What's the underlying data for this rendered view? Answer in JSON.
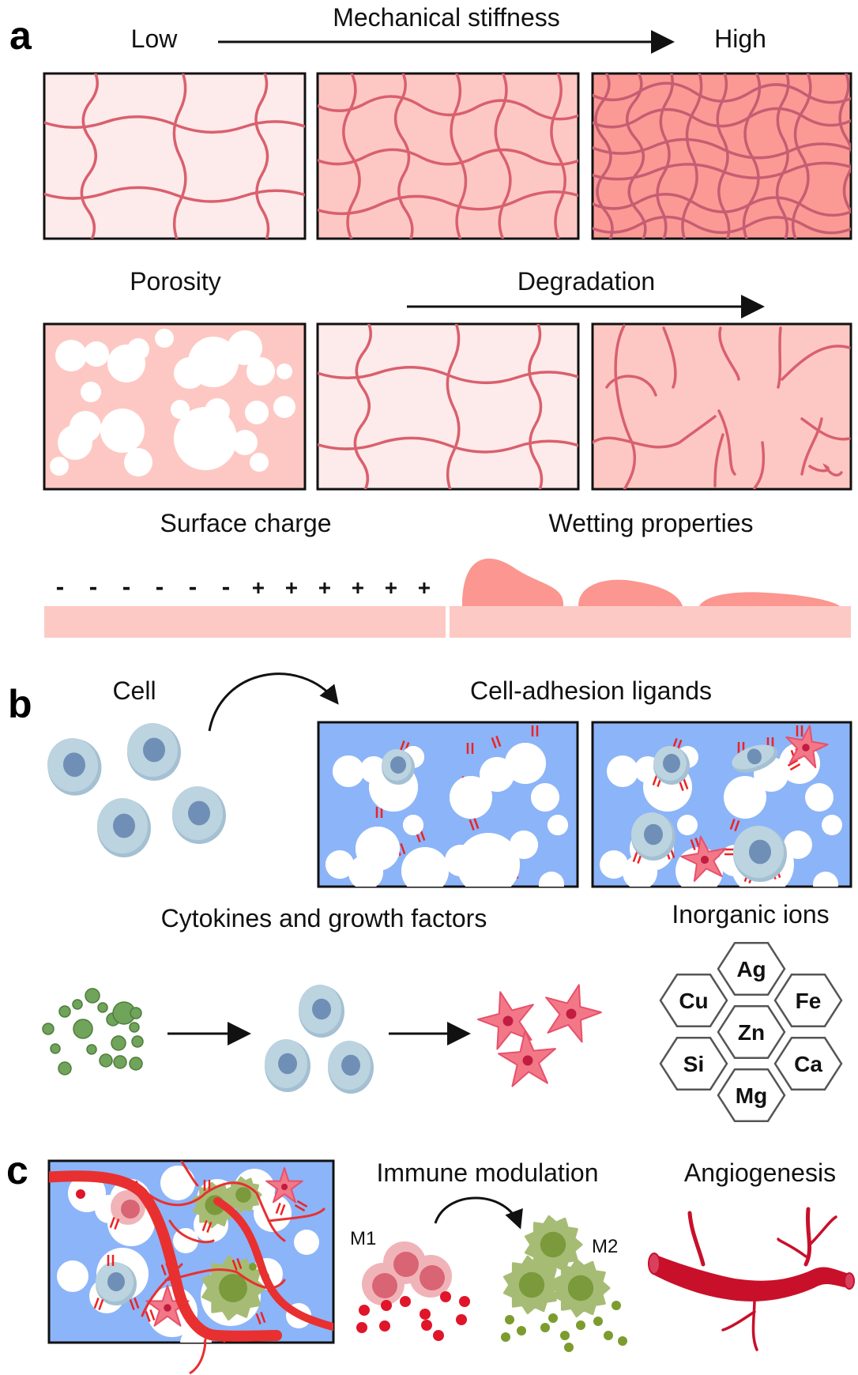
{
  "figure": {
    "panels": {
      "a": {
        "letter": "a",
        "stiffness": {
          "title": "Mechanical stiffness",
          "low": "Low",
          "high": "High"
        },
        "porosity": "Porosity",
        "degradation": "Degradation",
        "surface_charge": {
          "title": "Surface charge",
          "negative": [
            "-",
            "-",
            "-",
            "-",
            "-",
            "-"
          ],
          "positive": [
            "+",
            "+",
            "+",
            "+",
            "+",
            "+"
          ]
        },
        "wetting": "Wetting properties"
      },
      "b": {
        "letter": "b",
        "cell": "Cell",
        "ligands": "Cell-adhesion ligands",
        "cytokines": "Cytokines and growth factors",
        "ions": {
          "title": "Inorganic ions",
          "elements": [
            "Ag",
            "Cu",
            "Fe",
            "Zn",
            "Si",
            "Ca",
            "Mg"
          ]
        }
      },
      "c": {
        "letter": "c",
        "immune": "Immune modulation",
        "m1": "M1",
        "m2": "M2",
        "angiogenesis": "Angiogenesis"
      }
    },
    "colors": {
      "fiber": "#d9606e",
      "fiber_dark": "#c75d72",
      "gel_light": "#fdeaea",
      "gel_mid": "#fdc8c3",
      "gel_dark": "#fb9a94",
      "substrate": "#fdc9c4",
      "droplet": "#fb9690",
      "scaffold_blue": "#8cb4f8",
      "cell_outer": "#bcd3e0",
      "cell_rim": "#a4c0d2",
      "cell_nucleus": "#6f8fb6",
      "ligand": "#ee2222",
      "stem_star": "#f27888",
      "stem_star_nucleus": "#c21c40",
      "growth_factor": "#6fa45a",
      "m1_outer": "#f0b4b8",
      "m1_inner": "#d96474",
      "m2_outer": "#a6bc74",
      "m2_inner": "#7a9a3c",
      "m1_dot": "#e0152a",
      "m2_dot": "#7c9c2e",
      "vessel": "#c8102a",
      "vessel_c": "#e83030"
    }
  }
}
